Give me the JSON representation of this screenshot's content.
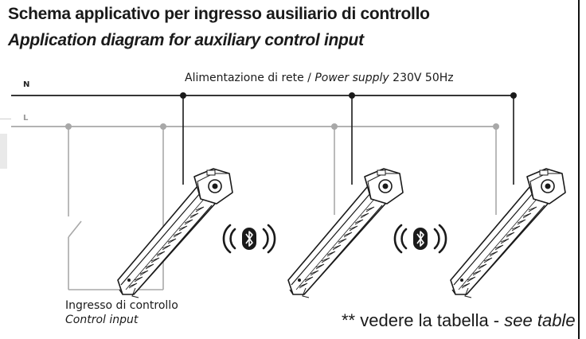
{
  "title": {
    "it": "Schema applicativo per ingresso ausiliario di controllo",
    "en": "Application diagram for auxiliary control input"
  },
  "wires": {
    "neutral_label": "N",
    "line_label": "L"
  },
  "power_supply": {
    "it": "Alimentazione di rete",
    "separator": "/",
    "en": "Power supply",
    "rating": "230V 50Hz"
  },
  "control_input": {
    "it": "Ingresso di controllo",
    "en": "Control input"
  },
  "note": {
    "marker": "**",
    "it": "vedere la tabella -",
    "en": "see table"
  },
  "colors": {
    "neutral_wire": "#1a1a1a",
    "line_wire": "#a8a8a8",
    "fixture_outline": "#1a1a1a"
  },
  "icons": [
    "bluetooth-icon",
    "bluetooth-icon"
  ],
  "fixture_count": 3
}
